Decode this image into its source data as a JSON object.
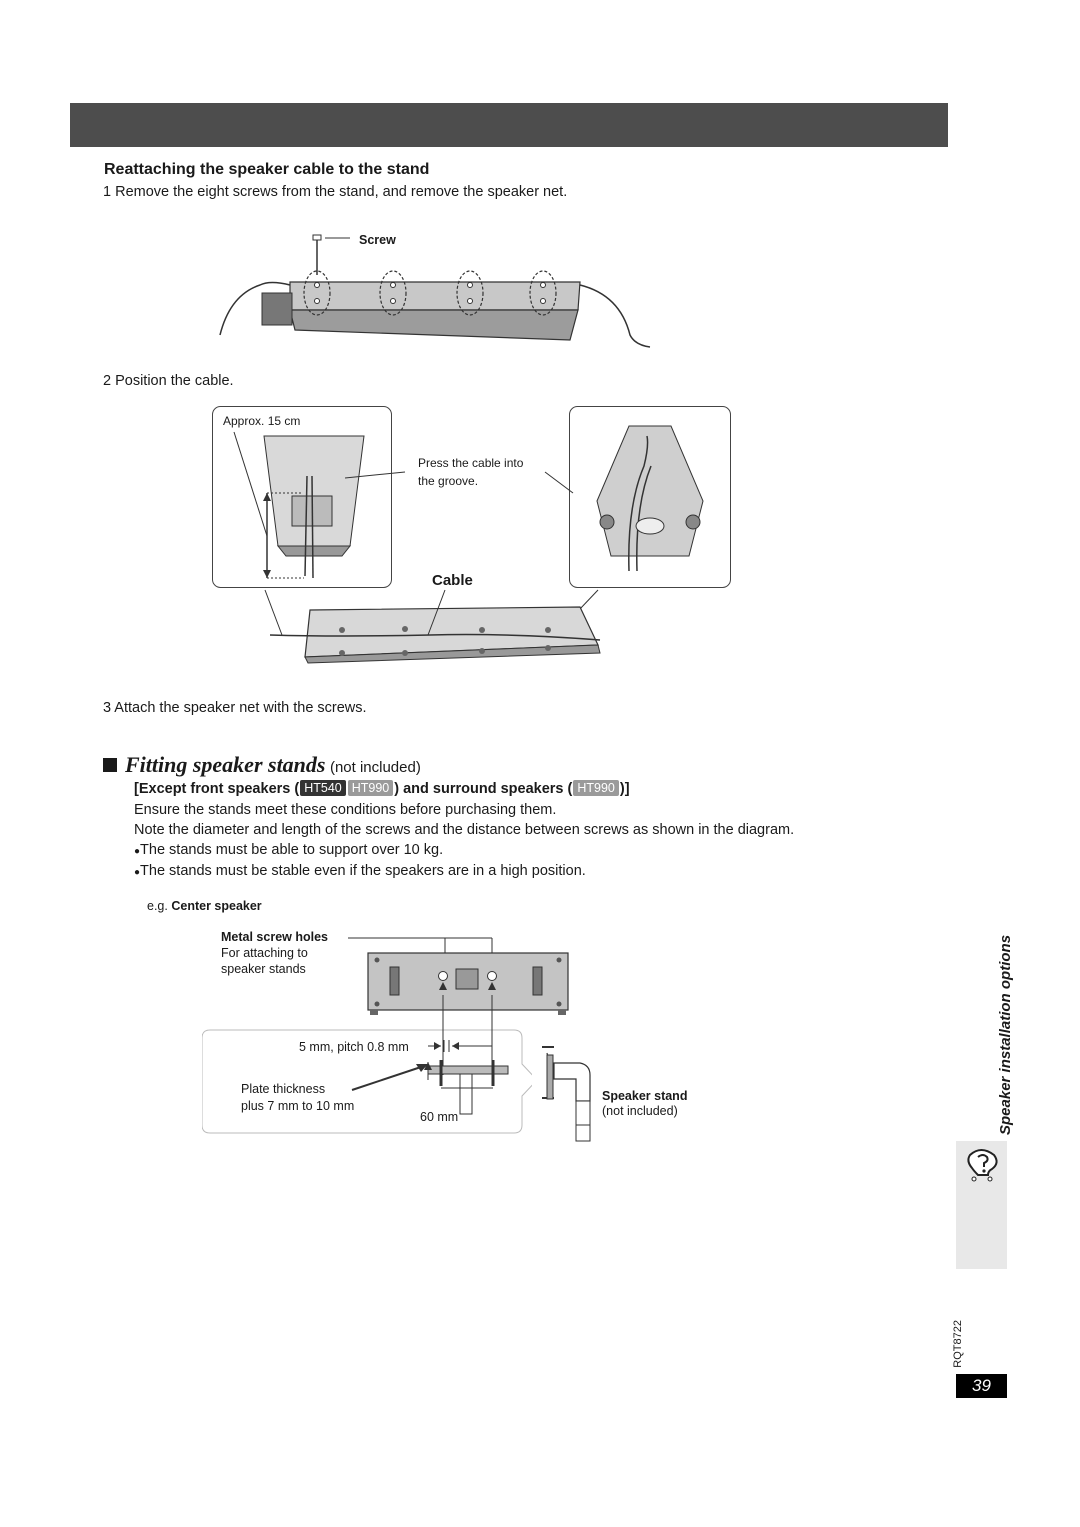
{
  "section1": {
    "title": "Reattaching the speaker cable to the stand",
    "step1": "1  Remove the eight screws from the stand, and remove the speaker net.",
    "screw_label": "Screw",
    "step2": "2  Position the cable.",
    "approx_label": "Approx. 15 cm",
    "press_label_line1": "Press the cable into",
    "press_label_line2": "the groove.",
    "cable_label": "Cable",
    "step3": "3  Attach the speaker net with the screws."
  },
  "section2": {
    "title": "Fitting speaker stands",
    "title_note": "not included",
    "except_prefix": "[Except front speakers (",
    "badge_ht540": "HT540",
    "badge_ht990": "HT990",
    "except_middle": ") and surround speakers (",
    "except_suffix": ")]",
    "ensure": "Ensure the stands meet these conditions before purchasing them.",
    "note": "Note the diameter and length of the screws and the distance between screws as shown in the diagram.",
    "bullet1": "The stands must be able to support over 10 kg.",
    "bullet2": "The stands must be stable even if the speakers are in a high position.",
    "bullet_symbol": "●",
    "eg_prefix": "e.g.",
    "eg_label": "Center speaker",
    "metal_holes": "Metal screw holes",
    "for_attaching_line1": "For attaching to",
    "for_attaching_line2": "speaker stands",
    "pitch": "5 mm, pitch 0.8 mm",
    "plate_line1": "Plate thickness",
    "plate_line2": "plus 7 mm to 10 mm",
    "sixty": "60 mm",
    "speaker_stand": "Speaker stand",
    "speaker_stand_note": "(not included)"
  },
  "sidebar": {
    "label": "Speaker installation options",
    "icon": "question-help-icon"
  },
  "footer": {
    "doc_code": "RQT8722",
    "page_number": "39"
  }
}
